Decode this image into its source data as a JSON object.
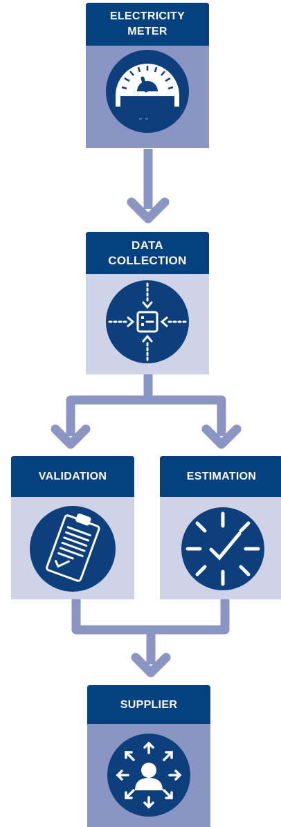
{
  "colors": {
    "header": "#06417f",
    "panel_dark": "#8a95c4",
    "panel_light": "#cfd3e8",
    "connector": "#8a95c4",
    "icon_circle": "#0d3f7c",
    "icon_stroke": "#ffffff"
  },
  "nodes": {
    "meter": {
      "title": "ELECTRICITY\nMETER",
      "icon": "gauge-icon"
    },
    "collection": {
      "title": "DATA\nCOLLECTION",
      "icon": "collect-icon"
    },
    "validation": {
      "title": "VALIDATION",
      "icon": "clipboard-icon"
    },
    "estimation": {
      "title": "ESTIMATION",
      "icon": "clock-icon"
    },
    "supplier": {
      "title": "SUPPLIER",
      "icon": "distribute-icon"
    }
  }
}
